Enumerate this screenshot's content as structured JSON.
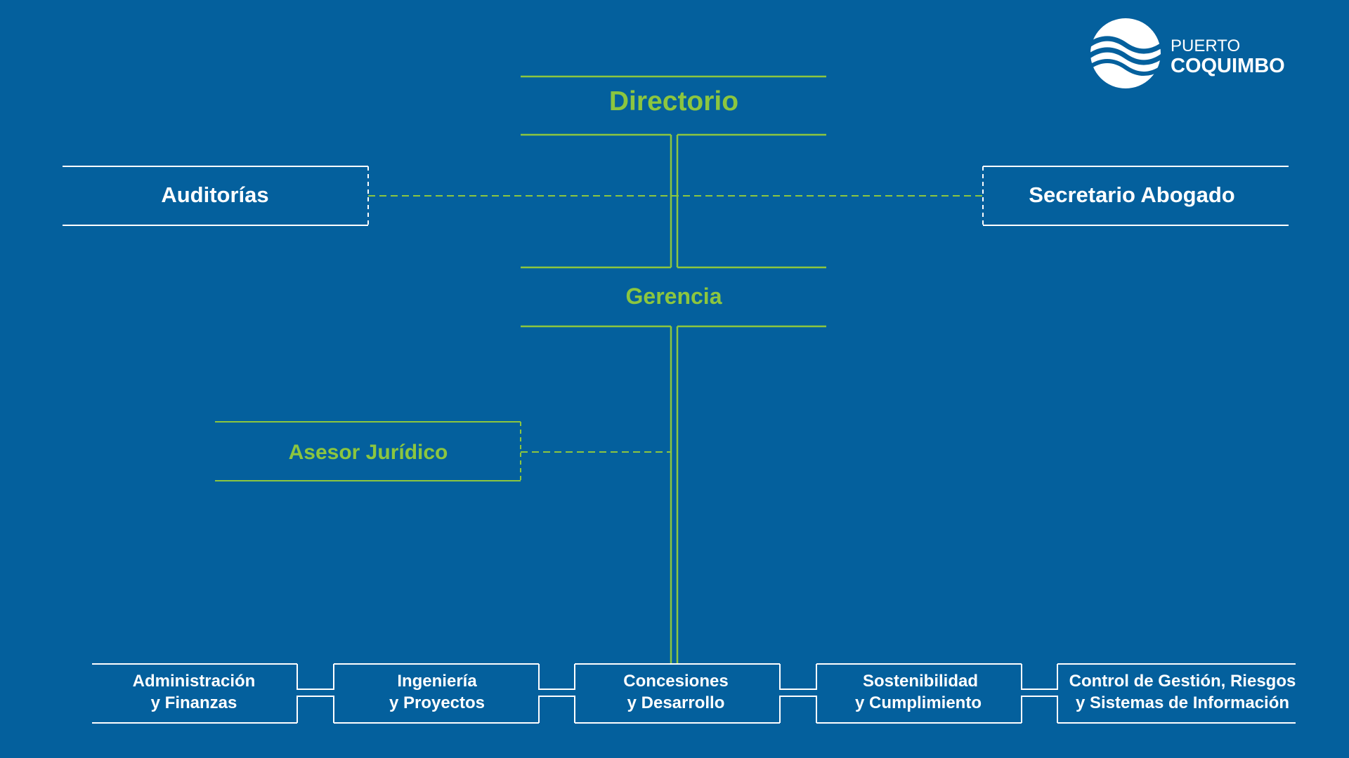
{
  "brand": {
    "name_line1": "PUERTO",
    "name_line2": "COQUIMBO",
    "logo_icon": "wave-globe-icon"
  },
  "colors": {
    "background": "#04609d",
    "accent_green": "#8cc63f",
    "white": "#ffffff"
  },
  "nodes": {
    "directorio": "Directorio",
    "gerencia": "Gerencia",
    "auditorias": "Auditorías",
    "secretario": "Secretario Abogado",
    "asesor": "Asesor Jurídico",
    "departments": [
      {
        "line1": "Administración",
        "line2": "y Finanzas"
      },
      {
        "line1": "Ingeniería",
        "line2": "y Proyectos"
      },
      {
        "line1": "Concesiones",
        "line2": "y Desarrollo"
      },
      {
        "line1": "Sostenibilidad",
        "line2": "y Cumplimiento"
      },
      {
        "line1": "Control de Gestión, Riesgos",
        "line2": "y Sistemas de Información"
      }
    ]
  }
}
